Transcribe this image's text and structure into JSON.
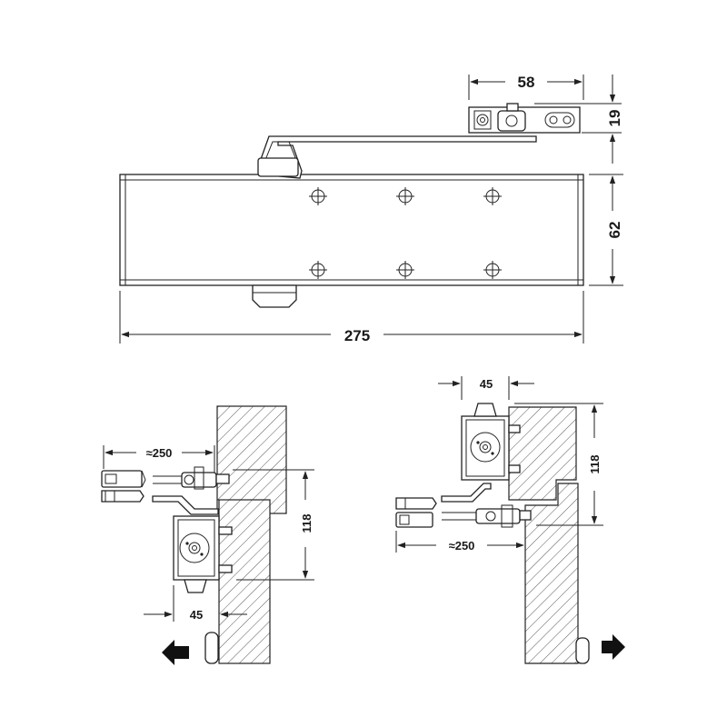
{
  "top_view": {
    "arm_width": "58",
    "arm_height": "19",
    "body_height": "62",
    "body_length": "275"
  },
  "left_view": {
    "arm_length": "≈250",
    "mount_height": "118",
    "closer_depth": "45"
  },
  "right_view": {
    "closer_depth": "45",
    "mount_height": "118",
    "arm_length": "≈250"
  }
}
